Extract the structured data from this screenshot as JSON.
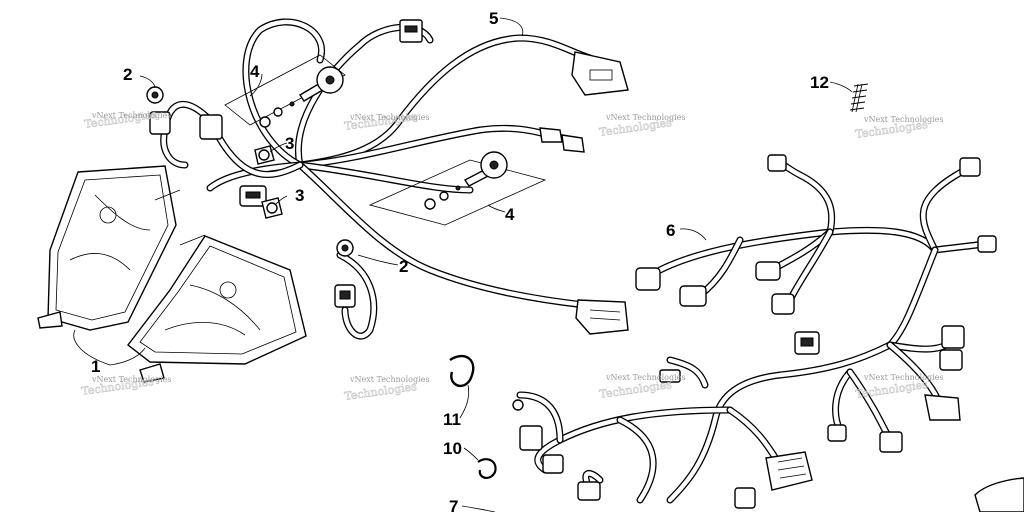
{
  "callouts": {
    "c1": "1",
    "c2a": "2",
    "c2b": "2",
    "c3a": "3",
    "c3b": "3",
    "c4a": "4",
    "c4b": "4",
    "c5": "5",
    "c6": "6",
    "c7": "7",
    "c10": "10",
    "c11": "11",
    "c12": "12"
  },
  "watermark": {
    "text": "vNext Technologies",
    "ghost": "Technologies"
  }
}
